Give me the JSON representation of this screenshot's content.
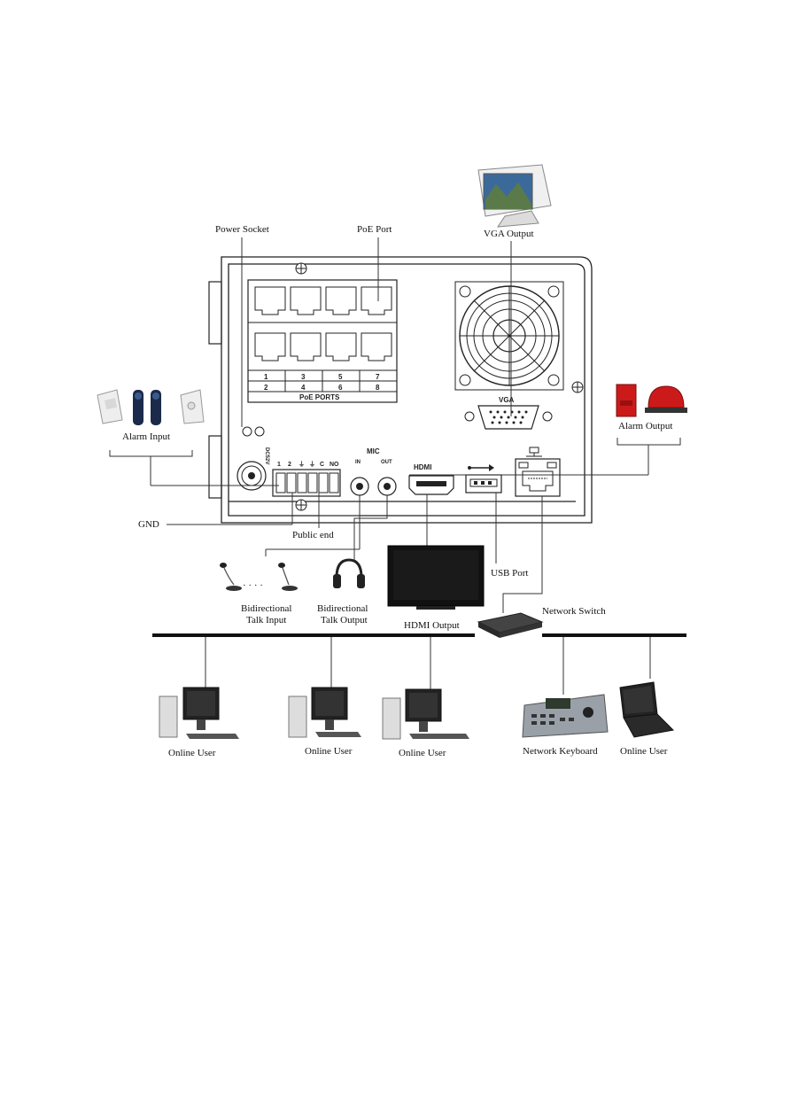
{
  "labels": {
    "power_socket": "Power Socket",
    "poe_port": "PoE Port",
    "vga_output": "VGA Output",
    "alarm_input": "Alarm Input",
    "alarm_output": "Alarm Output",
    "gnd": "GND",
    "public_end": "Public end",
    "usb_port": "USB Port",
    "network_switch": "Network Switch",
    "talk_input_line1": "Bidirectional",
    "talk_input_line2": "Talk Input",
    "talk_output_line1": "Bidirectional",
    "talk_output_line2": "Talk Output",
    "hdmi_output": "HDMI Output",
    "online_user": "Online User",
    "network_keyboard": "Network Keyboard"
  },
  "device": {
    "poe_ports_label": "PoE PORTS",
    "poe_numbers_top": [
      "1",
      "3",
      "5",
      "7"
    ],
    "poe_numbers_bottom": [
      "2",
      "4",
      "6",
      "8"
    ],
    "vga": "VGA",
    "mic": "MIC",
    "mic_in": "IN",
    "mic_out": "OUT",
    "power_rating": "DC52V",
    "alarm_terminals": [
      "1",
      "2",
      "⏚",
      "⏚",
      "C",
      "NO"
    ],
    "hdmi": "HDMI"
  },
  "colors": {
    "alarm_red": "#cc1a1a",
    "screen_blue": "#3b6a9a",
    "sensor_blue": "#1b2a4a"
  }
}
